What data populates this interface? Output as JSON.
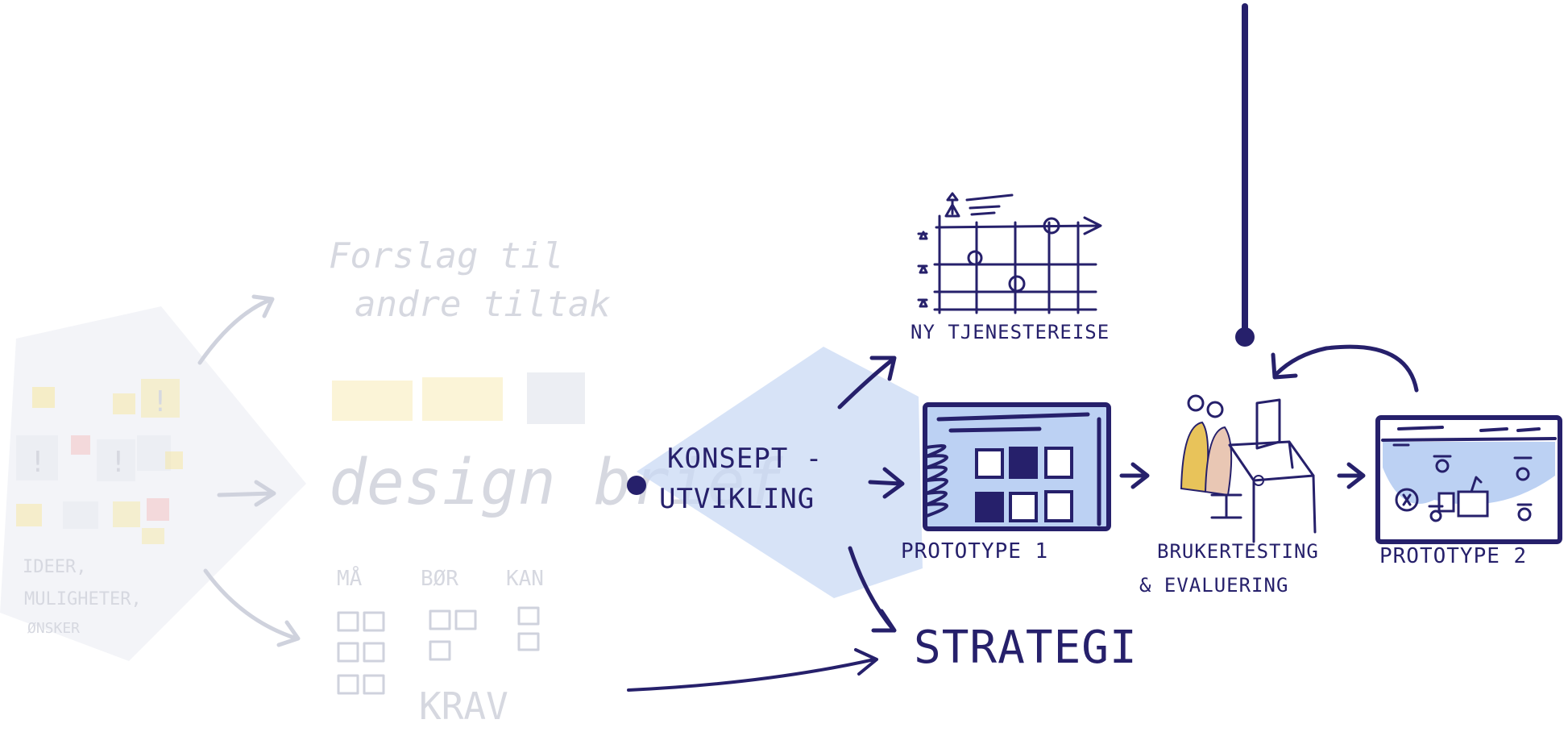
{
  "colors": {
    "ink": "#26206b",
    "highlight": "#c9d9f4",
    "faded": "#d6d8e0",
    "sticky_yellow": "#f6e7a6",
    "sticky_red": "#f2c2c2",
    "chair_yellow": "#e8c35a",
    "chair_pink": "#e9c7b4",
    "screen_blue": "#bcd1f3"
  },
  "faded_stage": {
    "ideas_label": [
      "IDEER,",
      "MULIGHETER,",
      "ØNSKER"
    ],
    "suggestions_label": [
      "Forslag til",
      "andre tiltak"
    ],
    "design_brief_label": "design brief",
    "priority_headers": [
      "MÅ",
      "BØR",
      "KAN"
    ],
    "requirements_label": "KRAV",
    "sticky_mark": "!"
  },
  "active_stage": {
    "concept_label": [
      "KONSEPT -",
      "UTVIKLING"
    ],
    "service_journey_label": "NY TJENESTEREISE",
    "prototype1_label": "PROTOTYPE 1",
    "testing_label": [
      "BRUKERTESTING",
      "& EVALUERING"
    ],
    "prototype2_label": "PROTOTYPE 2",
    "strategy_label": "STRATEGI"
  }
}
